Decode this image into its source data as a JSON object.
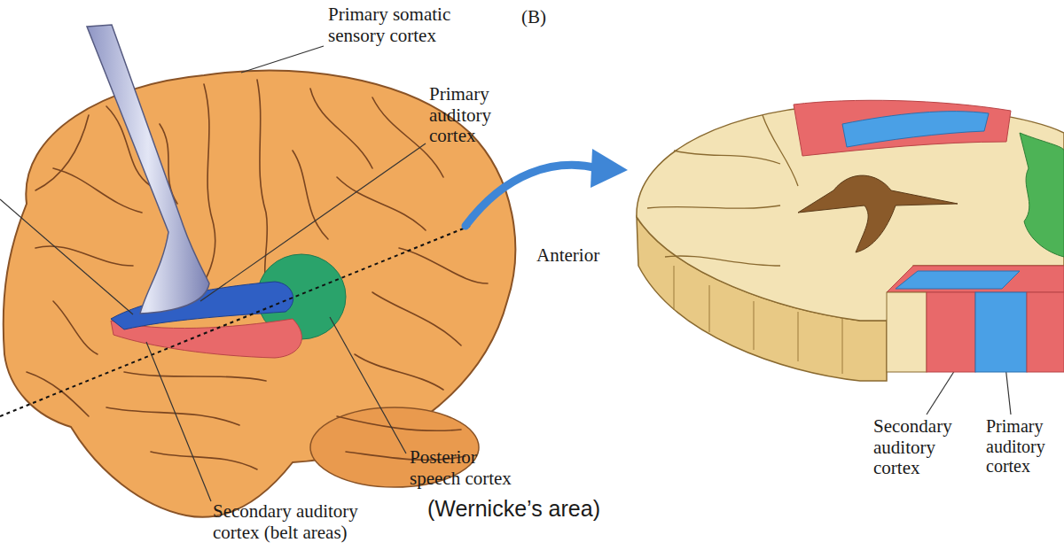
{
  "diagram": {
    "labels": [
      "Primary somatic sensory cortex",
      "(B)",
      "Primary auditory cortex",
      "Anterior",
      "Posterior speech cortex",
      "(Wernicke’s area)",
      "Secondary auditory cortex (belt areas)",
      "Secondary auditory cortex",
      "Primary auditory cortex"
    ]
  }
}
